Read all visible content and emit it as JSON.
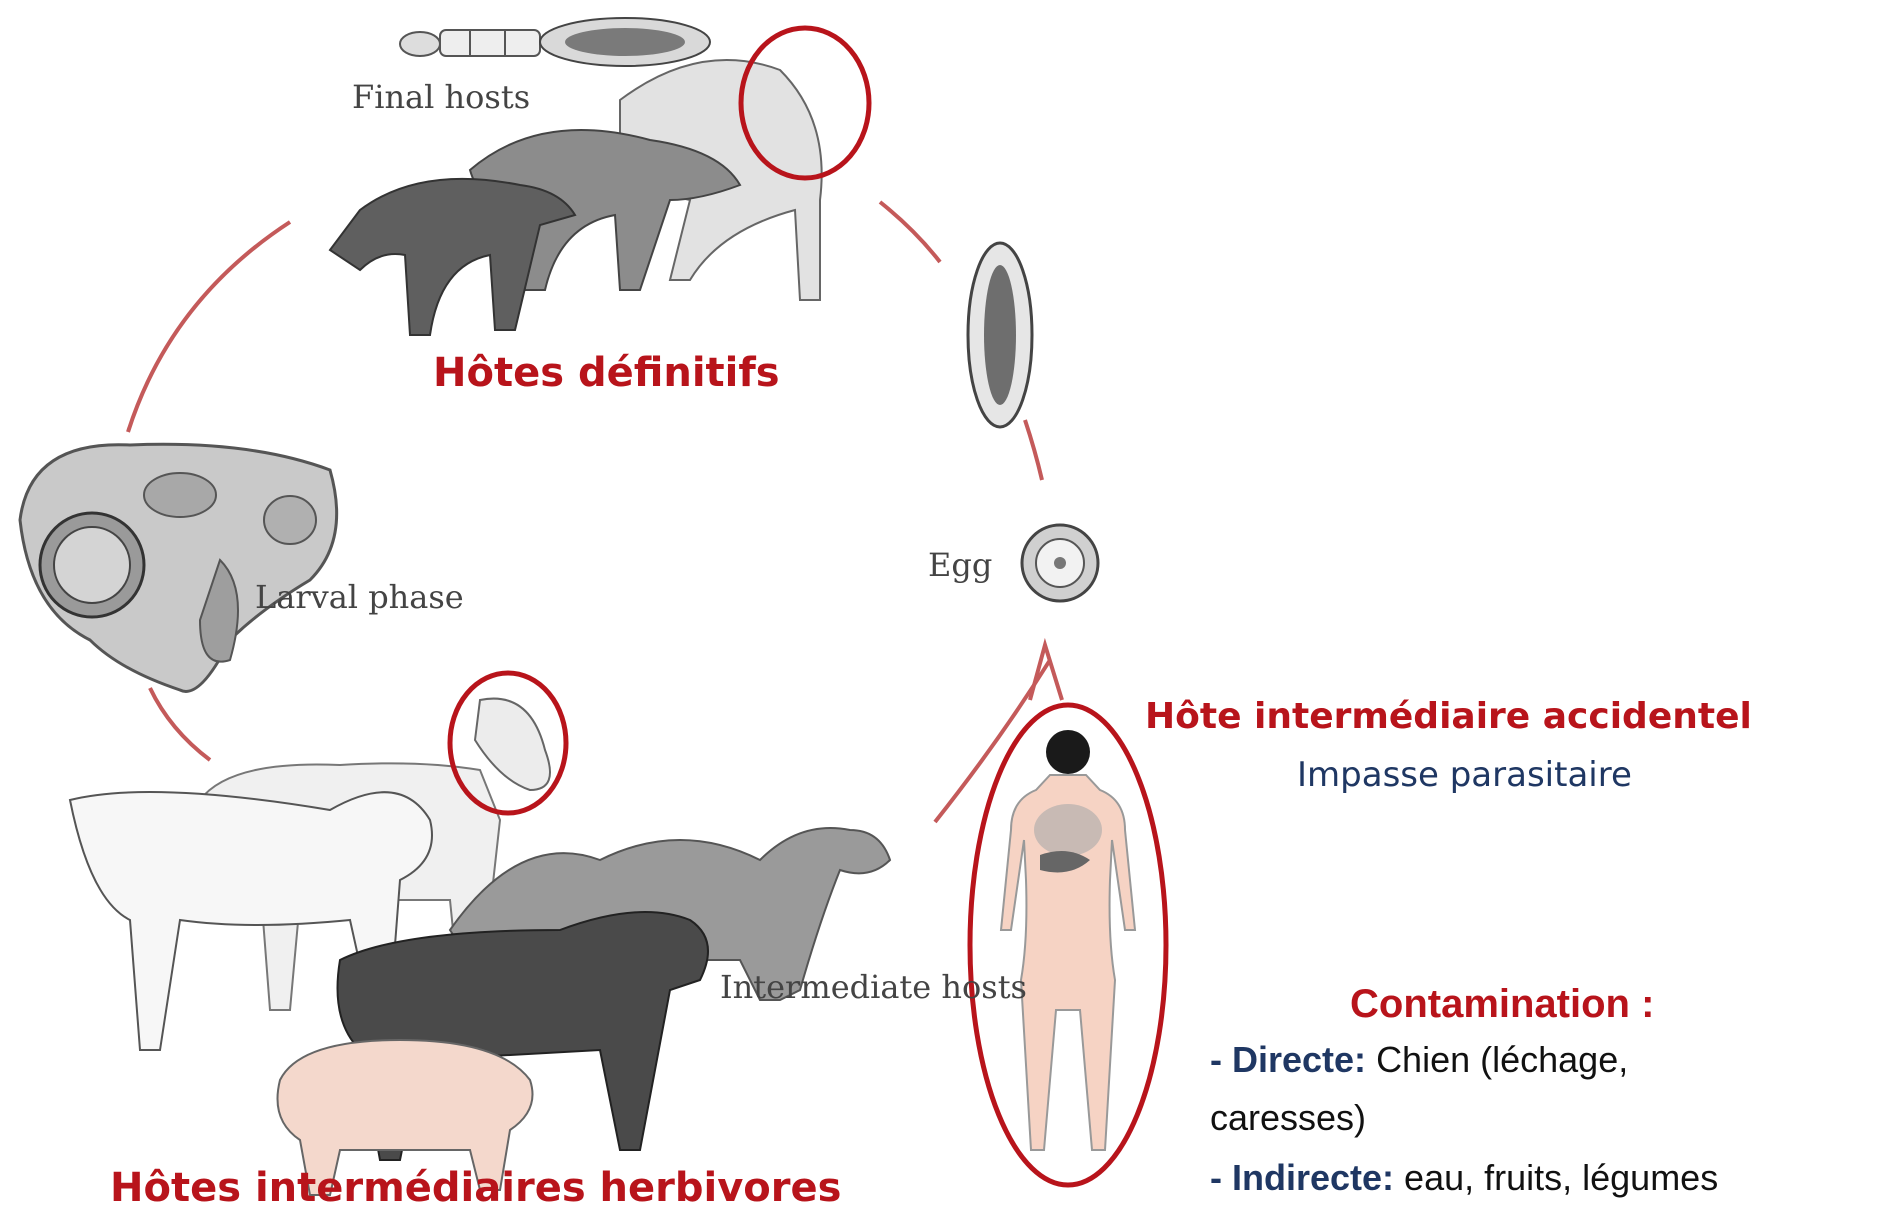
{
  "diagram": {
    "labels": {
      "final_hosts": "Final hosts",
      "larval_phase": "Larval phase",
      "egg": "Egg",
      "intermediate_hosts": "Intermediate hosts"
    },
    "titles": {
      "definitive": "Hôtes définitifs",
      "intermediate_herbivores": "Hôtes intermédiaires herbivores",
      "accidental": "Hôte intermédiaire accidentel",
      "dead_end": "Impasse parasitaire"
    },
    "contamination": {
      "heading": "Contamination :",
      "direct_label": "- Directe:",
      "direct_text_1": "Chien (léchage,",
      "direct_text_2": "caresses)",
      "indirect_label": "- Indirecte:",
      "indirect_text": "eau, fruits, légumes"
    },
    "colors": {
      "highlight": "#b8141b",
      "cycle_line": "#c45a5a",
      "navy": "#1f3763"
    }
  }
}
